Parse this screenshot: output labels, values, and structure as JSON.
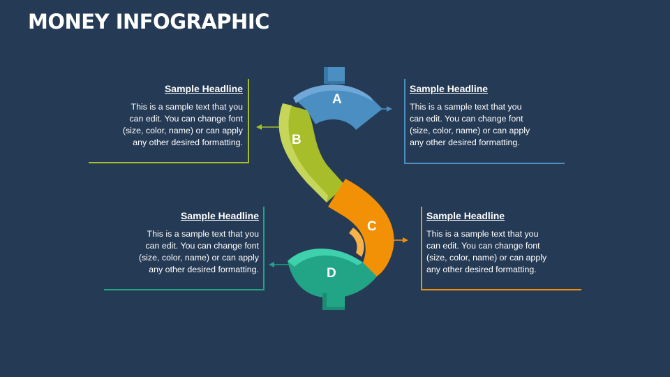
{
  "title": "MONEY INFOGRAPHIC",
  "colors": {
    "background": "#253a54",
    "a": "#4a8ec2",
    "b": "#a8bd2a",
    "c": "#f39106",
    "d": "#22a587"
  },
  "pieces": [
    {
      "letter": "A",
      "color": "#4a8ec2"
    },
    {
      "letter": "B",
      "color": "#a8bd2a"
    },
    {
      "letter": "C",
      "color": "#f39106"
    },
    {
      "letter": "D",
      "color": "#22a587"
    }
  ],
  "blocks": [
    {
      "headline": "Sample Headline",
      "lines": [
        "This is a sample text that you",
        "can edit. You can change font",
        "(size, color, name) or can apply",
        "any other desired formatting."
      ]
    },
    {
      "headline": "Sample Headline",
      "lines": [
        "This is a sample text that you",
        "can edit. You can change font",
        "(size, color, name) or can apply",
        "any other desired formatting."
      ]
    },
    {
      "headline": "Sample Headline",
      "lines": [
        "This is a sample text that you",
        "can edit. You can change font",
        "(size, color, name) or can apply",
        "any other desired formatting."
      ]
    },
    {
      "headline": "Sample Headline",
      "lines": [
        "This is a sample text that you",
        "can edit. You can change font",
        "(size, color, name) or can apply",
        "any other desired formatting."
      ]
    }
  ]
}
